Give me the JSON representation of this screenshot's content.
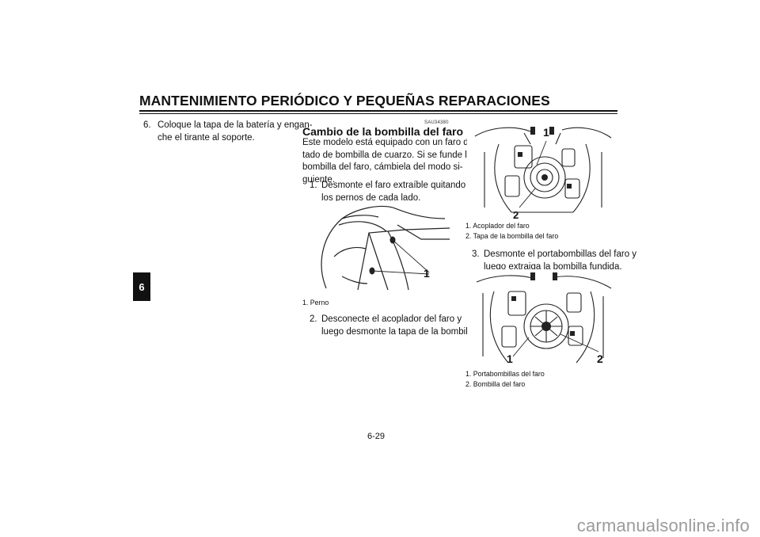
{
  "header": {
    "title": "MANTENIMIENTO PERIÓDICO Y PEQUEÑAS REPARACIONES"
  },
  "chapter_tab": "6",
  "left_column": {
    "step6_num": "6.",
    "step6_line1": "Coloque la tapa de la batería y engan-",
    "step6_line2": "che el tirante al soporte."
  },
  "section": {
    "code": "SAU34380",
    "title": "Cambio de la bombilla del faro",
    "intro_lines": [
      "Este modelo está equipado con un faro do-",
      "tado de bombilla de cuarzo. Si se funde la",
      "bombilla del faro, cámbiela del modo si-",
      "guiente."
    ],
    "step1_num": "1.",
    "step1_lines": [
      "Desmonte el faro extraíble quitando",
      "los pernos de cada lado."
    ],
    "step2_num": "2.",
    "step2_lines": [
      "Desconecte el acoplador del faro y",
      "luego desmonte la tapa de la bombilla."
    ],
    "step3_num": "3.",
    "step3_lines": [
      "Desmonte el portabombillas del faro y",
      "luego extraiga la bombilla fundida."
    ]
  },
  "figures": {
    "fig1": {
      "callout1": "1",
      "caption1": "1.  Perno"
    },
    "fig2": {
      "callout1": "1",
      "callout2": "2",
      "caption1": "1.  Acoplador del faro",
      "caption2": "2.  Tapa de la bombilla del faro"
    },
    "fig3": {
      "callout1": "1",
      "callout2": "2",
      "caption1": "1.  Portabombillas del faro",
      "caption2": "2.  Bombilla del faro"
    }
  },
  "footer": {
    "page_number": "6-29",
    "watermark": "carmanualsonline.info"
  }
}
